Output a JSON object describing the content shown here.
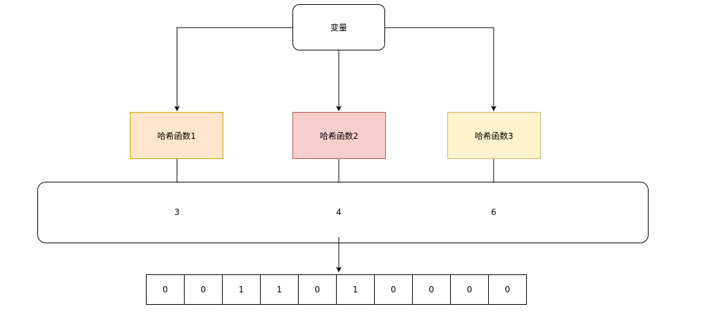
{
  "variable_label": "变量",
  "hash_functions": [
    {
      "label": "哈希函数1",
      "fill": "#ffe6cc",
      "stroke": "#d79b00"
    },
    {
      "label": "哈希函数2",
      "fill": "#f8cecc",
      "stroke": "#b85450"
    },
    {
      "label": "哈希函数3",
      "fill": "#fff2cc",
      "stroke": "#d6b656"
    }
  ],
  "indices": [
    "3",
    "4",
    "6"
  ],
  "bit_array": [
    "0",
    "0",
    "1",
    "1",
    "0",
    "1",
    "0",
    "0",
    "0",
    "0"
  ],
  "line_color": "#000000"
}
